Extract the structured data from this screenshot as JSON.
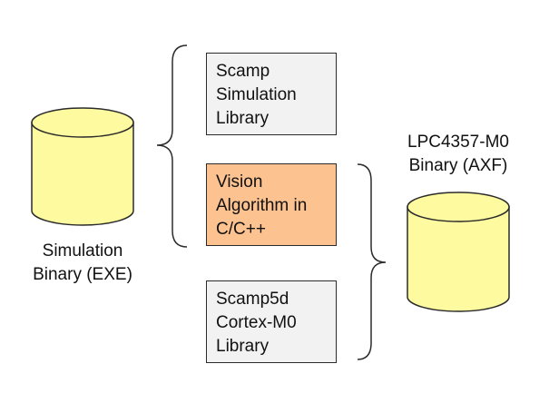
{
  "left_cylinder": {
    "label_lines": [
      "Simulation",
      "Binary (EXE)"
    ],
    "fill": "#fdfaa0"
  },
  "right_cylinder": {
    "label_lines": [
      "LPC4357-M0",
      "Binary (AXF)"
    ],
    "fill": "#fdfaa0"
  },
  "boxes": [
    {
      "lines": [
        "Scamp",
        "Simulation",
        "Library"
      ],
      "fill": "#f2f2f2"
    },
    {
      "lines": [
        "Vision",
        "Algorithm in",
        "C/C++"
      ],
      "fill": "#fcc290"
    },
    {
      "lines": [
        "Scamp5d",
        "Cortex-M0",
        "Library"
      ],
      "fill": "#f2f2f2"
    }
  ],
  "stroke_color": "#2b2b2b"
}
